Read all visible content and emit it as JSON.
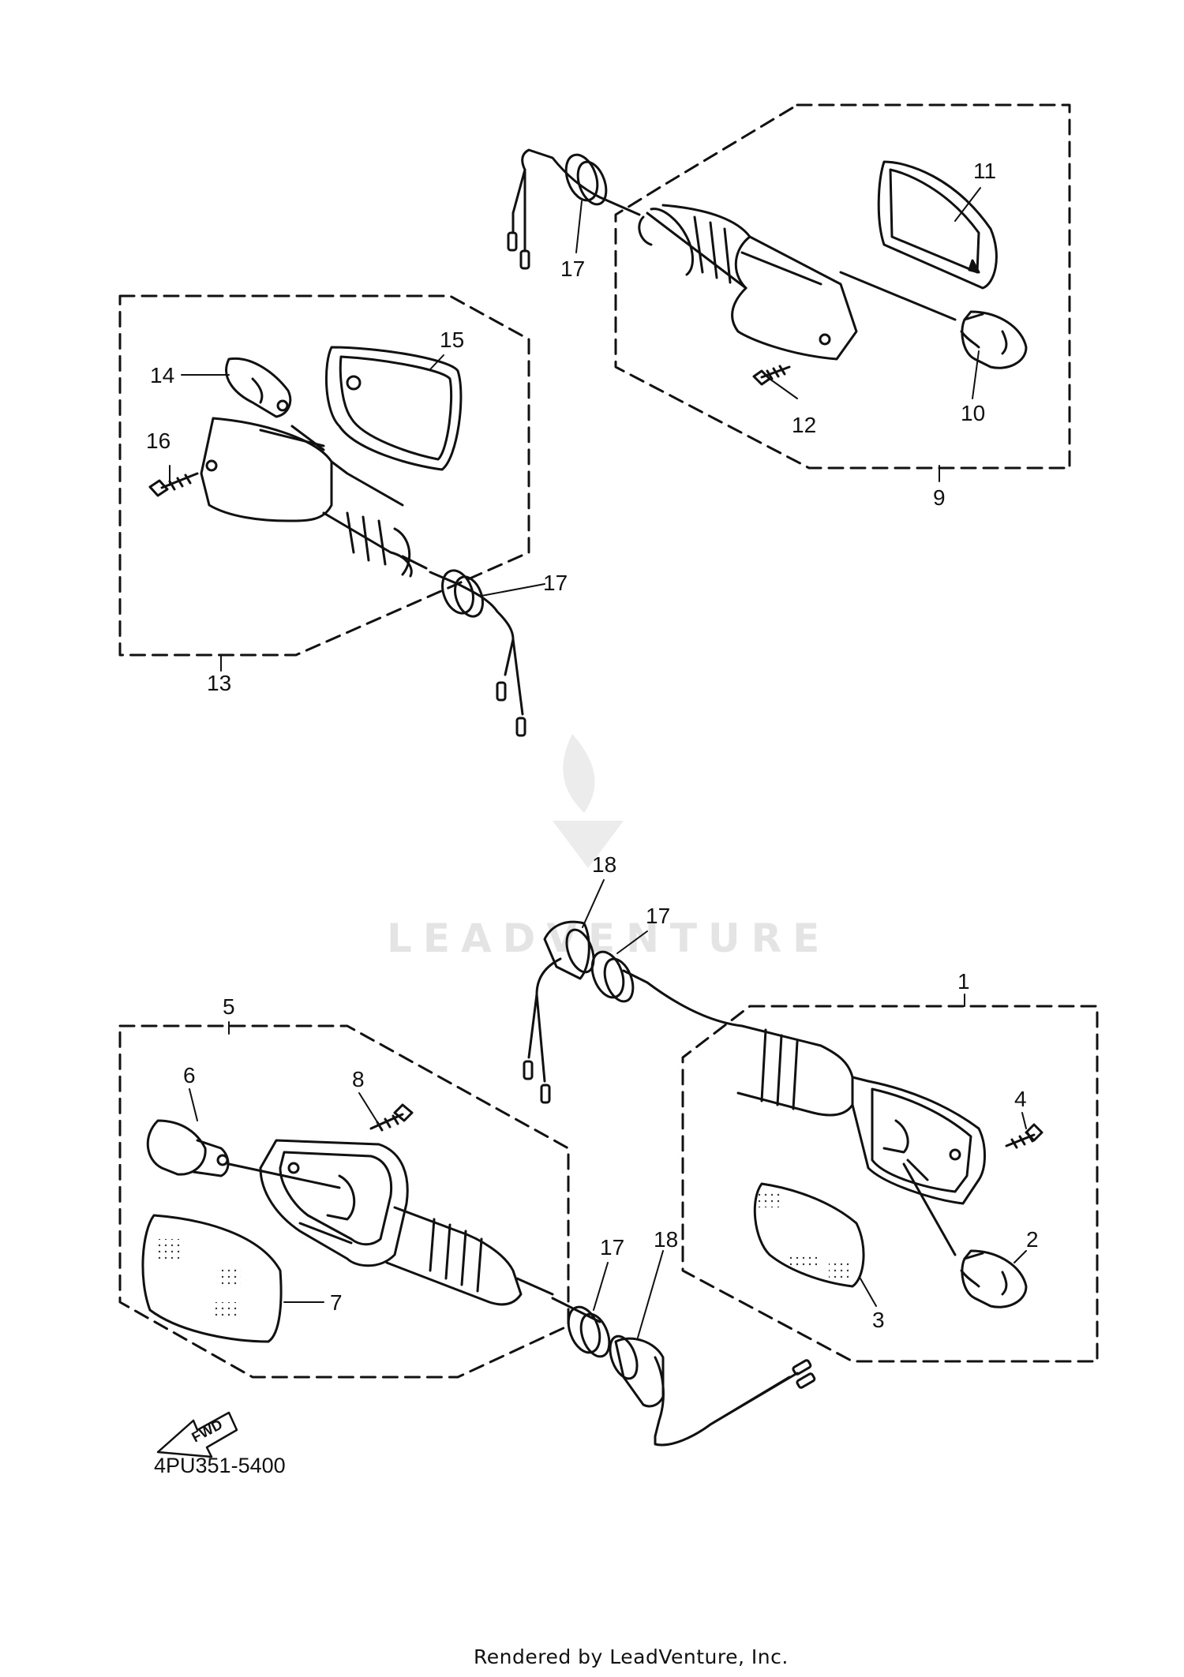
{
  "diagram": {
    "part_number": "4PU351-5400",
    "rendered_by": "Rendered by LeadVenture, Inc.",
    "watermark": "LEADVENTURE",
    "fwd_label": "FWD",
    "callouts": {
      "c1": "1",
      "c2": "2",
      "c3": "3",
      "c4": "4",
      "c5": "5",
      "c6": "6",
      "c7": "7",
      "c8": "8",
      "c9": "9",
      "c10": "10",
      "c11": "11",
      "c12": "12",
      "c13": "13",
      "c14": "14",
      "c15": "15",
      "c16": "16",
      "c17a": "17",
      "c17b": "17",
      "c17c": "17",
      "c17d": "17",
      "c18a": "18",
      "c18b": "18"
    }
  }
}
